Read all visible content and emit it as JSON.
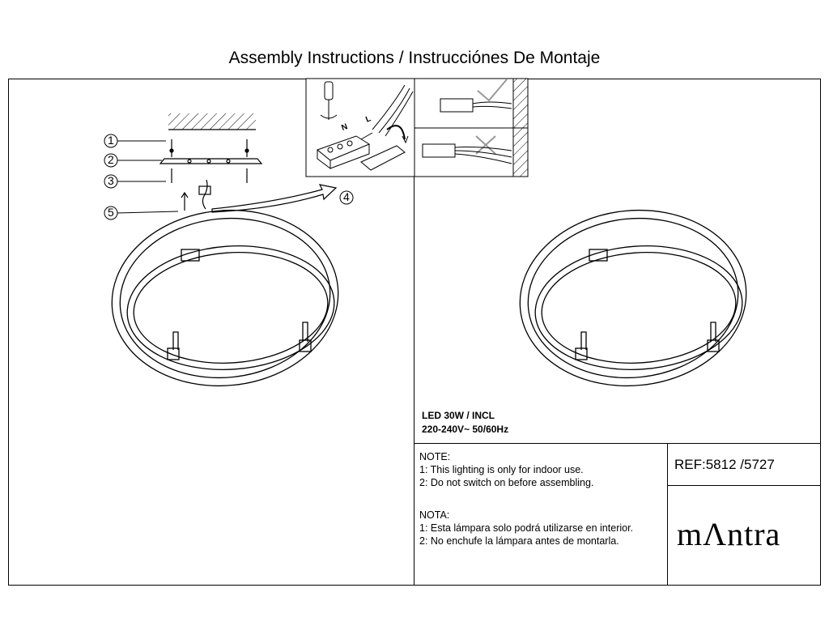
{
  "title": "Assembly Instructions / Instrucciónes De Montaje",
  "callouts": [
    "1",
    "2",
    "3",
    "4",
    "5"
  ],
  "spec": {
    "line1": "LED 30W / INCL",
    "line2": "220-240V~  50/60Hz"
  },
  "ref": "REF:5812 /5727",
  "note_en": {
    "heading": "NOTE:",
    "items": [
      "1: This lighting is only for indoor use.",
      "2: Do not switch on before assembling."
    ]
  },
  "note_es": {
    "heading": "NOTA:",
    "items": [
      "1: Esta lámpara solo podrá utilizarse en interior.",
      "2: No enchufe la lámpara antes de montarla."
    ]
  },
  "logo": "mΛntra",
  "terminal_labels": [
    "N",
    "L"
  ]
}
